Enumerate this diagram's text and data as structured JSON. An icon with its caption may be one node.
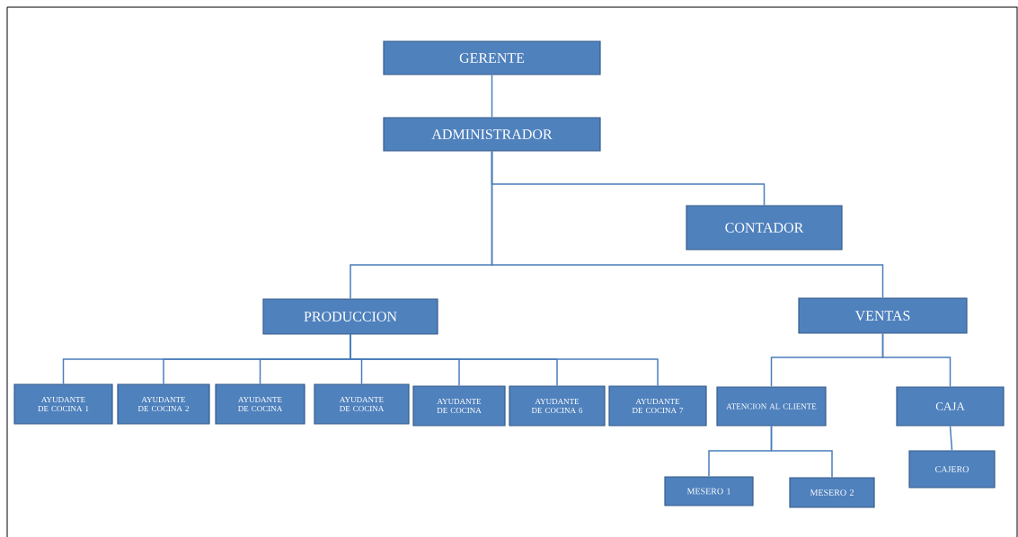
{
  "diagram": {
    "nodes": [
      {
        "text": [
          "GERENTE"
        ]
      },
      {
        "text": [
          "ADMINISTRADOR"
        ]
      },
      {
        "text": [
          "CONTADOR"
        ]
      },
      {
        "text": [
          "PRODUCCION"
        ]
      },
      {
        "text": [
          "VENTAS"
        ]
      },
      {
        "text": [
          "AYUDANTE DE COCINA 1"
        ]
      },
      {
        "text": [
          "AYUDANTE DE COCINA 2"
        ]
      },
      {
        "text": [
          "AYUDANTE DE COCINA"
        ]
      },
      {
        "text": [
          "AYUDANTE DE COCINA"
        ]
      },
      {
        "text": [
          "AYUDANTE DE COCINA"
        ]
      },
      {
        "text": [
          "AYUDANTE DE COCINA 6"
        ]
      },
      {
        "text": [
          "AYUDANTE DE COCINA 7"
        ]
      },
      {
        "text": [
          "ATENCION AL CLIENTE"
        ]
      },
      {
        "text": [
          "CAJA"
        ]
      },
      {
        "text": [
          "MESERO 1"
        ]
      },
      {
        "text": [
          "MESERO 2"
        ]
      },
      {
        "text": [
          "CAJERO"
        ]
      }
    ],
    "edges": [
      {
        "from": 0,
        "to": 1,
        "arrow": "none"
      },
      {
        "from": 1,
        "to": 2,
        "arrow": "none"
      },
      {
        "from": 1,
        "to": 3,
        "arrow": "none"
      },
      {
        "from": 1,
        "to": 4,
        "arrow": "none"
      },
      {
        "from": 3,
        "to": 5,
        "arrow": "none"
      },
      {
        "from": 3,
        "to": 6,
        "arrow": "none"
      },
      {
        "from": 3,
        "to": 7,
        "arrow": "none"
      },
      {
        "from": 3,
        "to": 8,
        "arrow": "none"
      },
      {
        "from": 3,
        "to": 9,
        "arrow": "none"
      },
      {
        "from": 3,
        "to": 10,
        "arrow": "none"
      },
      {
        "from": 3,
        "to": 11,
        "arrow": "none"
      },
      {
        "from": 4,
        "to": 12,
        "arrow": "none"
      },
      {
        "from": 4,
        "to": 13,
        "arrow": "none"
      },
      {
        "from": 12,
        "to": 14,
        "arrow": "none"
      },
      {
        "from": 12,
        "to": 15,
        "arrow": "none"
      },
      {
        "from": 13,
        "to": 16,
        "arrow": "none"
      }
    ]
  }
}
